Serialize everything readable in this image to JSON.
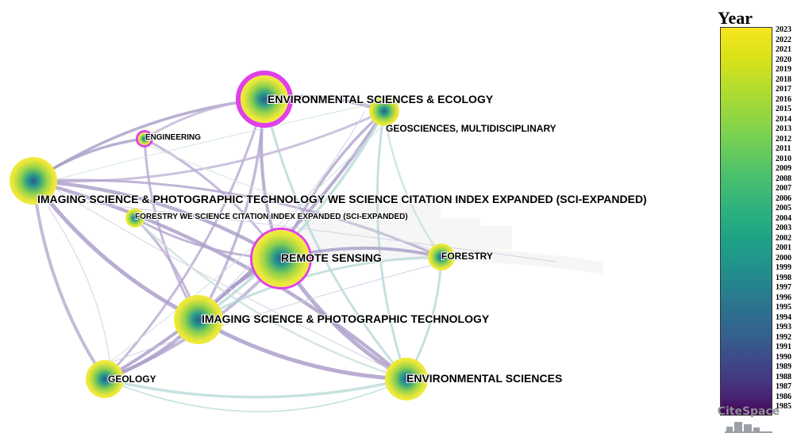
{
  "graph": {
    "nodes": [
      {
        "id": "env-sci-eco",
        "label": "ENVIRONMENTAL SCIENCES & ECOLOGY",
        "ring": true
      },
      {
        "id": "geosciences",
        "label": "GEOSCIENCES, MULTIDISCIPLINARY",
        "ring": false
      },
      {
        "id": "engineering",
        "label": "ENGINEERING",
        "ring": true
      },
      {
        "id": "imaging-sci",
        "label": "IMAGING SCIENCE & PHOTOGRAPHIC TECHNOLOGY WE SCIENCE CITATION INDEX EXPANDED (SCI-EXPANDED)",
        "ring": false
      },
      {
        "id": "forestry-sci",
        "label": "FORESTRY WE SCIENCE CITATION INDEX EXPANDED (SCI-EXPANDED)",
        "ring": false
      },
      {
        "id": "remote-sensing",
        "label": "REMOTE SENSING",
        "ring": true
      },
      {
        "id": "forestry",
        "label": "FORESTRY",
        "ring": false
      },
      {
        "id": "imaging",
        "label": "IMAGING SCIENCE & PHOTOGRAPHIC TECHNOLOGY",
        "ring": false
      },
      {
        "id": "geology",
        "label": "GEOLOGY",
        "ring": false
      },
      {
        "id": "env-sci",
        "label": "ENVIRONMENTAL SCIENCES",
        "ring": false
      }
    ],
    "ring_color": "#e040e8"
  },
  "legend": {
    "title": "Year",
    "years": [
      "2023",
      "2022",
      "2021",
      "2020",
      "2019",
      "2018",
      "2017",
      "2016",
      "2015",
      "2014",
      "2013",
      "2012",
      "2011",
      "2010",
      "2009",
      "2008",
      "2007",
      "2006",
      "2005",
      "2004",
      "2003",
      "2002",
      "2001",
      "2000",
      "1999",
      "1998",
      "1997",
      "1996",
      "1995",
      "1994",
      "1993",
      "1992",
      "1991",
      "1990",
      "1989",
      "1988",
      "1987",
      "1986",
      "1985"
    ],
    "colors": [
      "#f7e51e",
      "#8fd744",
      "#35b779",
      "#21918c",
      "#31688e",
      "#443983",
      "#440154"
    ]
  },
  "logo": {
    "text": "CiteSpace"
  }
}
